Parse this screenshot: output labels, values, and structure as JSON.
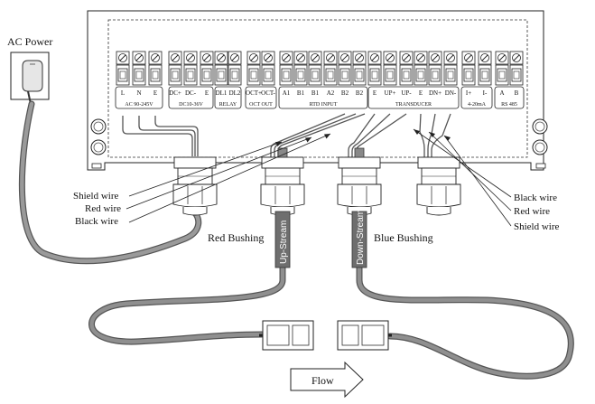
{
  "labels": {
    "ac_power": "AC Power",
    "left_wires": [
      "Shield wire",
      "Red wire",
      "Black wire"
    ],
    "right_wires": [
      "Black wire",
      "Red wire",
      "Shield wire"
    ],
    "red_bushing": "Red Bushing",
    "blue_bushing": "Blue Bushing",
    "up_stream": "Up-Stream",
    "down_stream": "Down-Stream",
    "flow": "Flow"
  },
  "terminal_labels": [
    "L",
    "N",
    "E",
    "DC+",
    "DC-",
    "E",
    "DL1",
    "DL2",
    "OCT+",
    "OCT-",
    "A1",
    "B1",
    "B1",
    "A2",
    "B2",
    "B2",
    "E",
    "UP+",
    "UP-",
    "E",
    "DN+",
    "DN-",
    "I+",
    "I-",
    "A",
    "B"
  ],
  "groups": [
    {
      "label": "AC 90-245V"
    },
    {
      "label": "DC10-36V"
    },
    {
      "label": "RELAY"
    },
    {
      "label": "OCT OUT"
    },
    {
      "label": "RTD INPUT"
    },
    {
      "label": "TRANSDUCER"
    },
    {
      "label": "4-20mA"
    },
    {
      "label": "RS 485"
    }
  ],
  "colors": {
    "line": "#222222",
    "cable": "#8a8a8a",
    "cable_outline": "#555555",
    "transducer_cable": "#6e6e6e"
  }
}
